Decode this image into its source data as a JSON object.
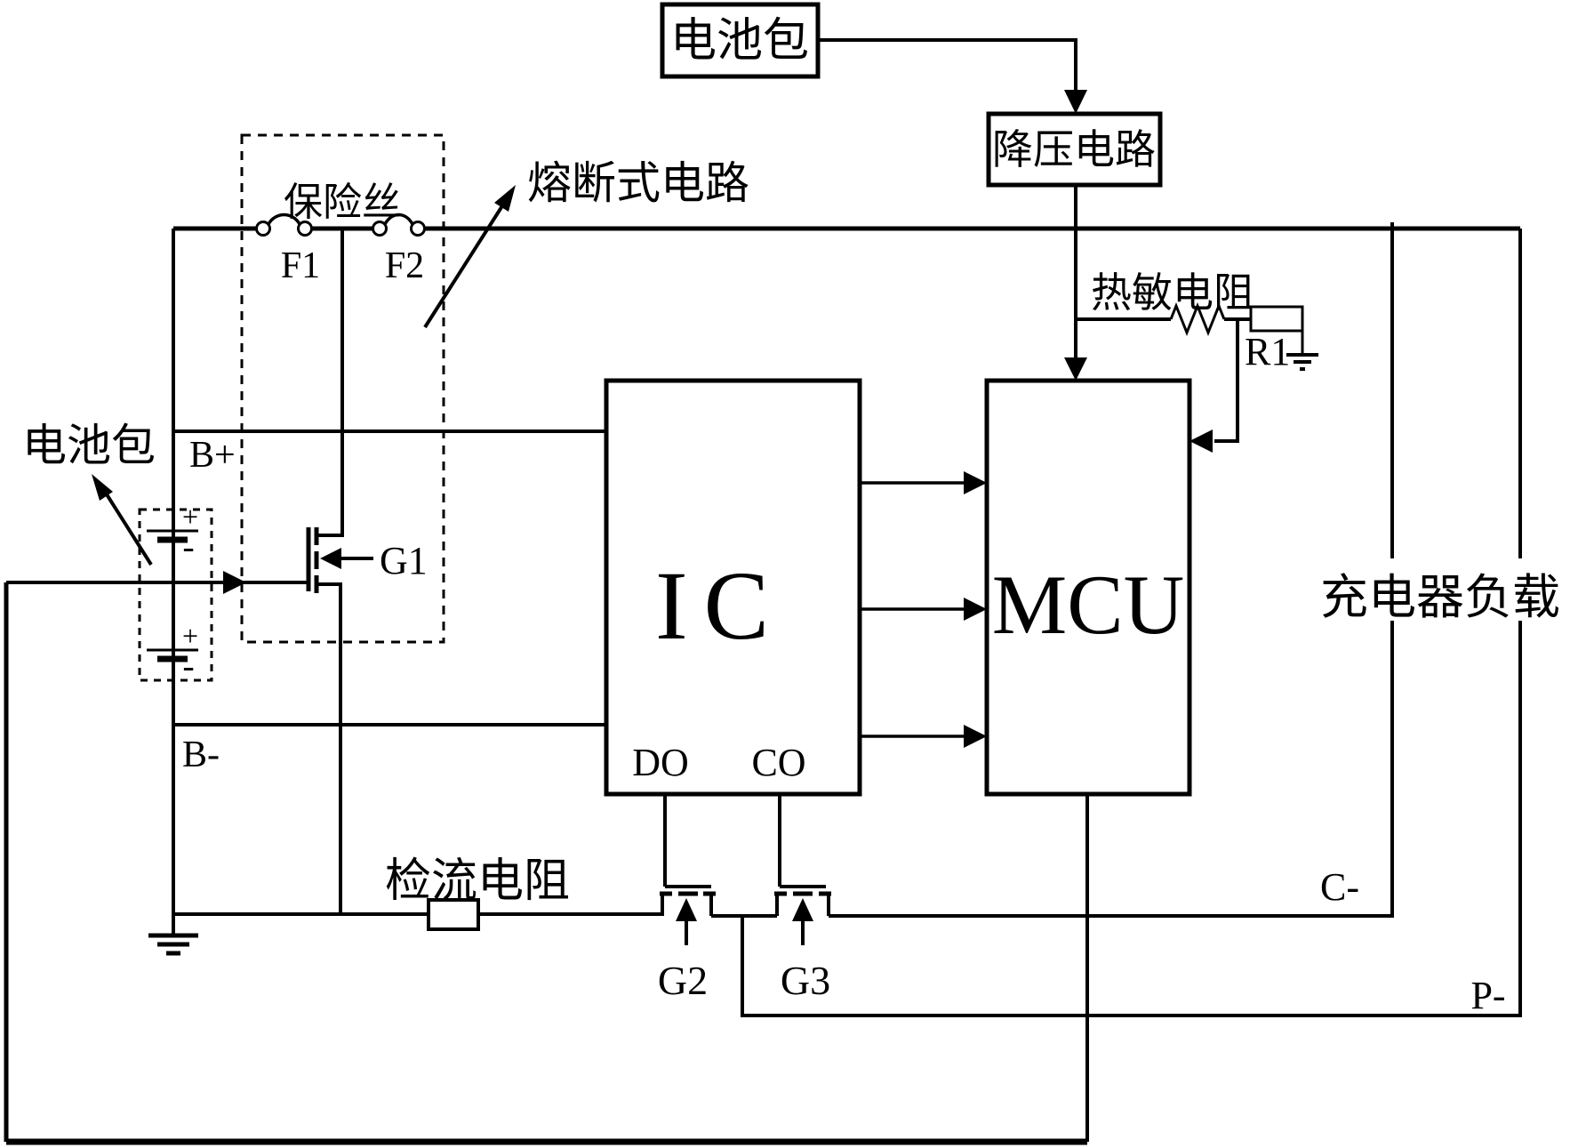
{
  "diagram": {
    "background_color": "#ffffff",
    "line_color": "#000000",
    "labels": {
      "battery_pack_top": "电池包",
      "buck_circuit": "降压电路",
      "thermistor": "热敏电阻",
      "r1": "R1",
      "fuse": "保险丝",
      "f1": "F1",
      "f2": "F2",
      "fusing_circuit": "熔断式电路",
      "battery_pack_left": "电池包",
      "b_plus": "B+",
      "b_minus": "B-",
      "g1": "G1",
      "g2": "G2",
      "g3": "G3",
      "ic": "IC",
      "mcu": "MCU",
      "do_pin": "DO",
      "co_pin": "CO",
      "sense_resistor": "检流电阻",
      "charger_load": "充电器负载",
      "c_minus": "C-",
      "p_minus": "P-",
      "cell_plus": "+",
      "cell_minus": "-"
    }
  }
}
